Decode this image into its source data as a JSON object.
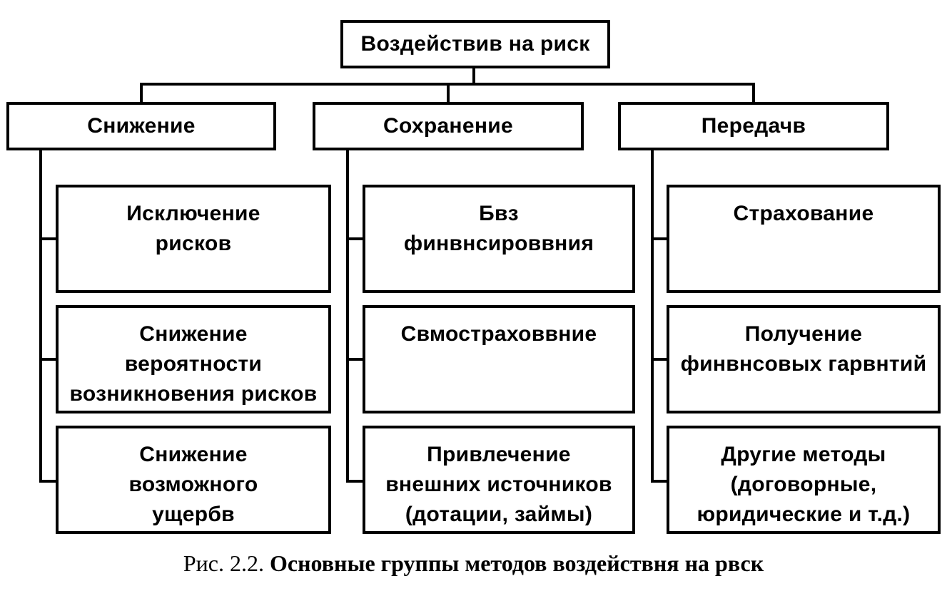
{
  "diagram": {
    "root": {
      "label": "Воздействив на риск"
    },
    "categories": [
      {
        "label": "Снижение",
        "items": [
          "Исключение\nрисков",
          "Снижение\nвероятности\nвозникновения рисков",
          "Снижение\nвозможного\nущербв"
        ]
      },
      {
        "label": "Сохранение",
        "items": [
          "Бвз\nфинвнсироввния",
          "Свмостраховвние",
          "Привлечение\nвнешних источников\n(дотации, займы)"
        ]
      },
      {
        "label": "Передачв",
        "items": [
          "Страхование",
          "Получение\nфинвнсовых гарвнтий",
          "Другие методы\n(договорные,\nюридические и т.д.)"
        ]
      }
    ]
  },
  "caption": {
    "label": "Рис. 2.2.",
    "text": "Основные группы методов воздействня на рвск"
  }
}
